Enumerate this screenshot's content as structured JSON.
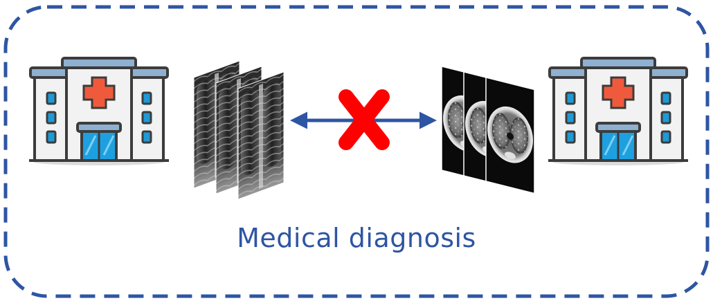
{
  "caption": "Medical diagnosis",
  "colors": {
    "frame": "#2e55a3",
    "arrow": "#2e55a3",
    "cross": "#ff0000",
    "caption": "#2e55a3",
    "building_wall": "#f2f2f2",
    "building_roof": "#8fb0d0",
    "building_outline": "#3c3c3c",
    "red_cross": "#f05a3c",
    "window": "#1e9ad6",
    "door": "#1ea0e0"
  },
  "icons": {
    "left_building": "hospital-building-icon",
    "right_building": "hospital-building-icon",
    "left_images": "chest-xray-stack",
    "right_images": "chest-ct-scan-stack",
    "link": "double-arrow-icon",
    "blocked": "red-x-icon"
  }
}
